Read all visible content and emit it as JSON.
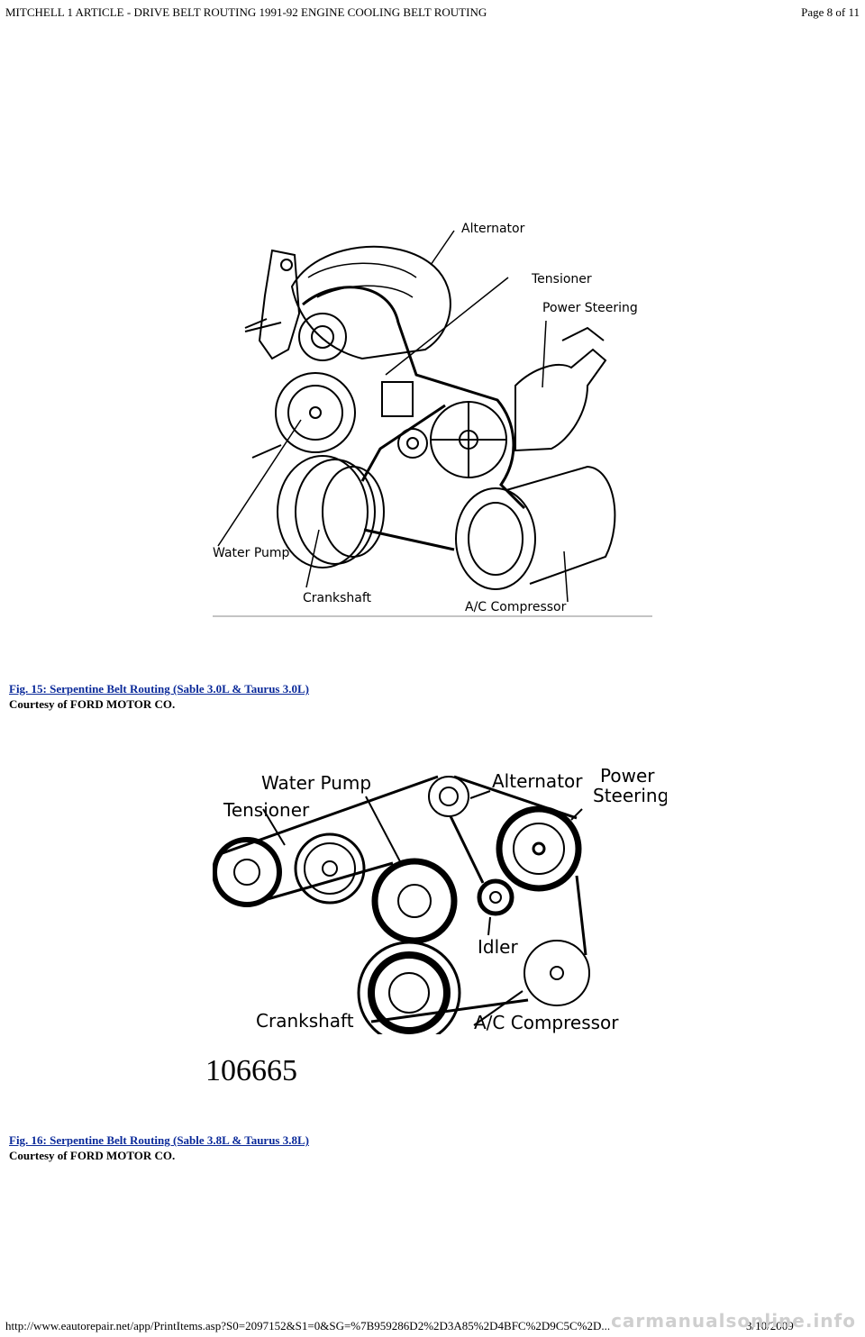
{
  "header": {
    "title": "MITCHELL 1 ARTICLE - DRIVE BELT ROUTING 1991-92 ENGINE COOLING BELT ROUTING",
    "page": "Page 8 of 11"
  },
  "figure15": {
    "labels": {
      "alternator": "Alternator",
      "tensioner": "Tensioner",
      "power_steering": "Power Steering",
      "water_pump": "Water Pump",
      "crankshaft": "Crankshaft",
      "ac_compressor": "A/C Compressor"
    },
    "caption_link": "Fig. 15: Serpentine Belt Routing (Sable 3.0L & Taurus 3.0L)",
    "courtesy": "Courtesy of FORD MOTOR CO."
  },
  "figure16": {
    "labels": {
      "water_pump": "Water Pump",
      "alternator": "Alternator",
      "power": "Power",
      "steering": "Steering",
      "tensioner": "Tensioner",
      "idler": "Idler",
      "crankshaft": "Crankshaft",
      "ac_compressor": "A/C Compressor"
    },
    "figure_number": "106665",
    "caption_link": "Fig. 16: Serpentine Belt Routing (Sable 3.8L & Taurus 3.8L)",
    "courtesy": "Courtesy of FORD MOTOR CO."
  },
  "footer": {
    "url": "http://www.eautorepair.net/app/PrintItems.asp?S0=2097152&S1=0&SG=%7B959286D2%2D3A85%2D4BFC%2D9C5C%2D...",
    "date": "3/10/2009"
  },
  "watermark": "carmanualsonline.info",
  "colors": {
    "link": "#0b2a9a",
    "watermark": "#cfcfcf"
  }
}
